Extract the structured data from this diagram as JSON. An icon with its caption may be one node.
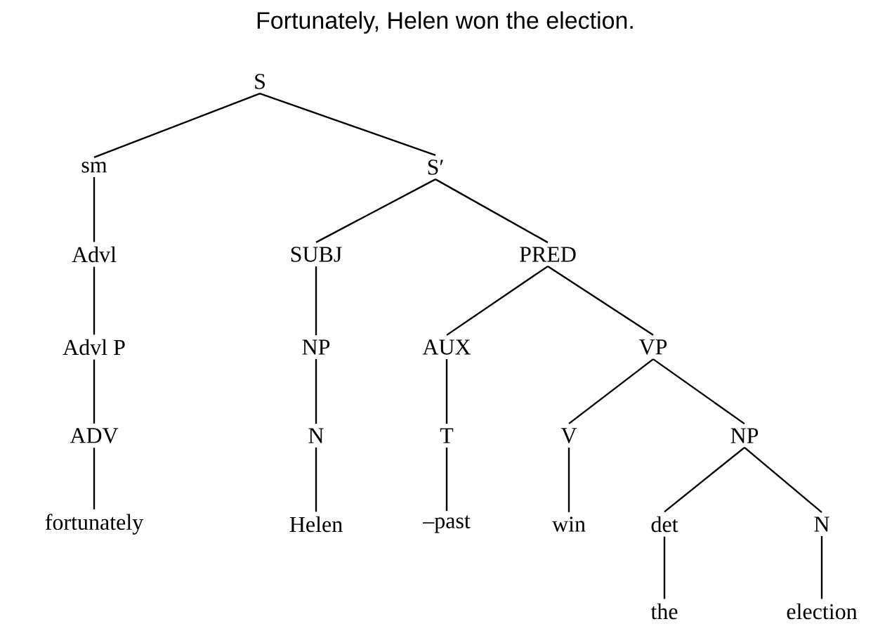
{
  "diagram": {
    "title": "Fortunately, Helen won the election.",
    "nodes": [
      {
        "text": [
          "S"
        ]
      },
      {
        "text": [
          "sm"
        ]
      },
      {
        "text": [
          "S′"
        ]
      },
      {
        "text": [
          "Advl"
        ]
      },
      {
        "text": [
          "SUBJ"
        ]
      },
      {
        "text": [
          "PRED"
        ]
      },
      {
        "text": [
          "Advl P"
        ]
      },
      {
        "text": [
          "NP"
        ]
      },
      {
        "text": [
          "AUX"
        ]
      },
      {
        "text": [
          "VP"
        ]
      },
      {
        "text": [
          "ADV"
        ]
      },
      {
        "text": [
          "N"
        ]
      },
      {
        "text": [
          "T"
        ]
      },
      {
        "text": [
          "V"
        ]
      },
      {
        "text": [
          "NP"
        ]
      },
      {
        "text": [
          "fortunately"
        ]
      },
      {
        "text": [
          "Helen"
        ]
      },
      {
        "text": [
          "–past"
        ]
      },
      {
        "text": [
          "win"
        ]
      },
      {
        "text": [
          "det"
        ]
      },
      {
        "text": [
          "N"
        ]
      },
      {
        "text": [
          "the"
        ]
      },
      {
        "text": [
          "election"
        ]
      }
    ],
    "edges": [
      {
        "from": 0,
        "to": 1,
        "arrow": "none"
      },
      {
        "from": 0,
        "to": 2,
        "arrow": "none"
      },
      {
        "from": 1,
        "to": 3,
        "arrow": "none"
      },
      {
        "from": 2,
        "to": 4,
        "arrow": "none"
      },
      {
        "from": 2,
        "to": 5,
        "arrow": "none"
      },
      {
        "from": 3,
        "to": 6,
        "arrow": "none"
      },
      {
        "from": 4,
        "to": 7,
        "arrow": "none"
      },
      {
        "from": 5,
        "to": 8,
        "arrow": "none"
      },
      {
        "from": 5,
        "to": 9,
        "arrow": "none"
      },
      {
        "from": 6,
        "to": 10,
        "arrow": "none"
      },
      {
        "from": 7,
        "to": 11,
        "arrow": "none"
      },
      {
        "from": 8,
        "to": 12,
        "arrow": "none"
      },
      {
        "from": 9,
        "to": 13,
        "arrow": "none"
      },
      {
        "from": 9,
        "to": 14,
        "arrow": "none"
      },
      {
        "from": 10,
        "to": 15,
        "arrow": "none"
      },
      {
        "from": 11,
        "to": 16,
        "arrow": "none"
      },
      {
        "from": 12,
        "to": 17,
        "arrow": "none"
      },
      {
        "from": 13,
        "to": 18,
        "arrow": "none"
      },
      {
        "from": 14,
        "to": 19,
        "arrow": "none"
      },
      {
        "from": 14,
        "to": 20,
        "arrow": "none"
      },
      {
        "from": 19,
        "to": 21,
        "arrow": "none"
      },
      {
        "from": 20,
        "to": 22,
        "arrow": "none"
      }
    ]
  }
}
